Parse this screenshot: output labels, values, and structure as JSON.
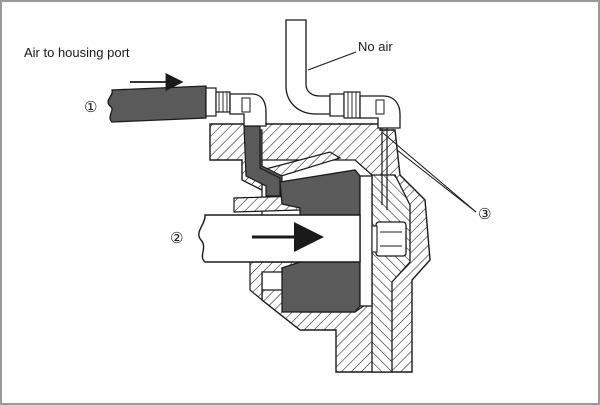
{
  "labels": {
    "air_in": "Air to housing port",
    "no_air": "No air"
  },
  "callouts": {
    "one": "①",
    "two": "②",
    "three": "③"
  },
  "colors": {
    "frame": "#9a9a9a",
    "line": "#1a1a1a",
    "dark_fill": "#5a5a5a",
    "hatch": "#1a1a1a",
    "background": "#ffffff"
  }
}
